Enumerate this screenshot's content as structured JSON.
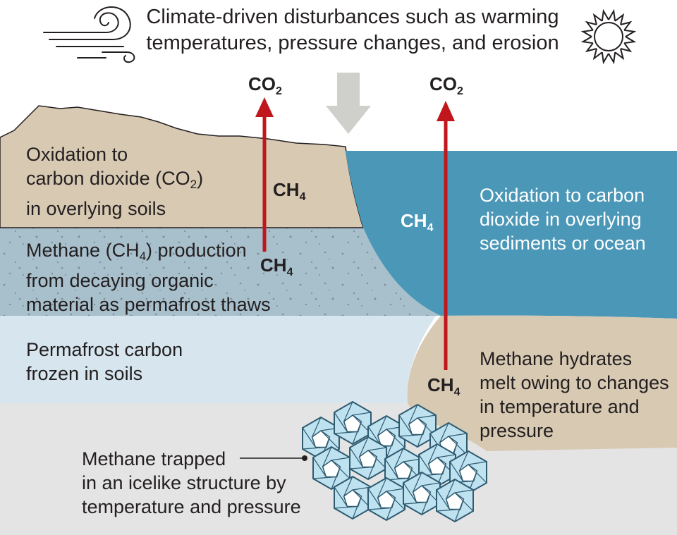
{
  "header": {
    "line1": "Climate-driven disturbances such as warming",
    "line2": "temperatures, pressure changes, and erosion"
  },
  "gases": {
    "co2_left": {
      "base": "CO",
      "sub": "2"
    },
    "co2_right": {
      "base": "CO",
      "sub": "2"
    },
    "ch4_soil": {
      "base": "CH",
      "sub": "4"
    },
    "ch4_thaw": {
      "base": "CH",
      "sub": "4"
    },
    "ch4_ocean": {
      "base": "CH",
      "sub": "4"
    },
    "ch4_hydrate": {
      "base": "CH",
      "sub": "4"
    }
  },
  "labels": {
    "oxidation_soils": {
      "l1": "Oxidation to",
      "l2a": "carbon dioxide (CO",
      "l2sub": "2",
      "l2b": ")",
      "l3": "in overlying soils"
    },
    "methane_production": {
      "l1a": "Methane (CH",
      "l1sub": "4",
      "l1b": ") production",
      "l2": "from decaying organic",
      "l3": "material as permafrost thaws"
    },
    "permafrost": {
      "l1": "Permafrost carbon",
      "l2": "frozen in soils"
    },
    "oxidation_ocean": {
      "l1": "Oxidation to carbon",
      "l2": "dioxide in overlying",
      "l3": "sediments or ocean"
    },
    "hydrates": {
      "l1": "Methane hydrates",
      "l2": "melt owing to changes",
      "l3": "in temperature and",
      "l4": "pressure"
    },
    "trapped": {
      "l1": "Methane trapped",
      "l2": "in an icelike structure by",
      "l3": "temperature and pressure"
    }
  },
  "colors": {
    "soil": "#d7c9b2",
    "thaw": "#a8bfcc",
    "permafrost": "#d6e5ee",
    "bedrock": "#e4e4e4",
    "ocean": "#4b97b7",
    "arrow": "#c0171d",
    "down_arrow": "#cfcfcb",
    "crystal": "#bfe2f1"
  },
  "icons": {
    "wind": "wind-icon",
    "sun": "sun-icon"
  }
}
